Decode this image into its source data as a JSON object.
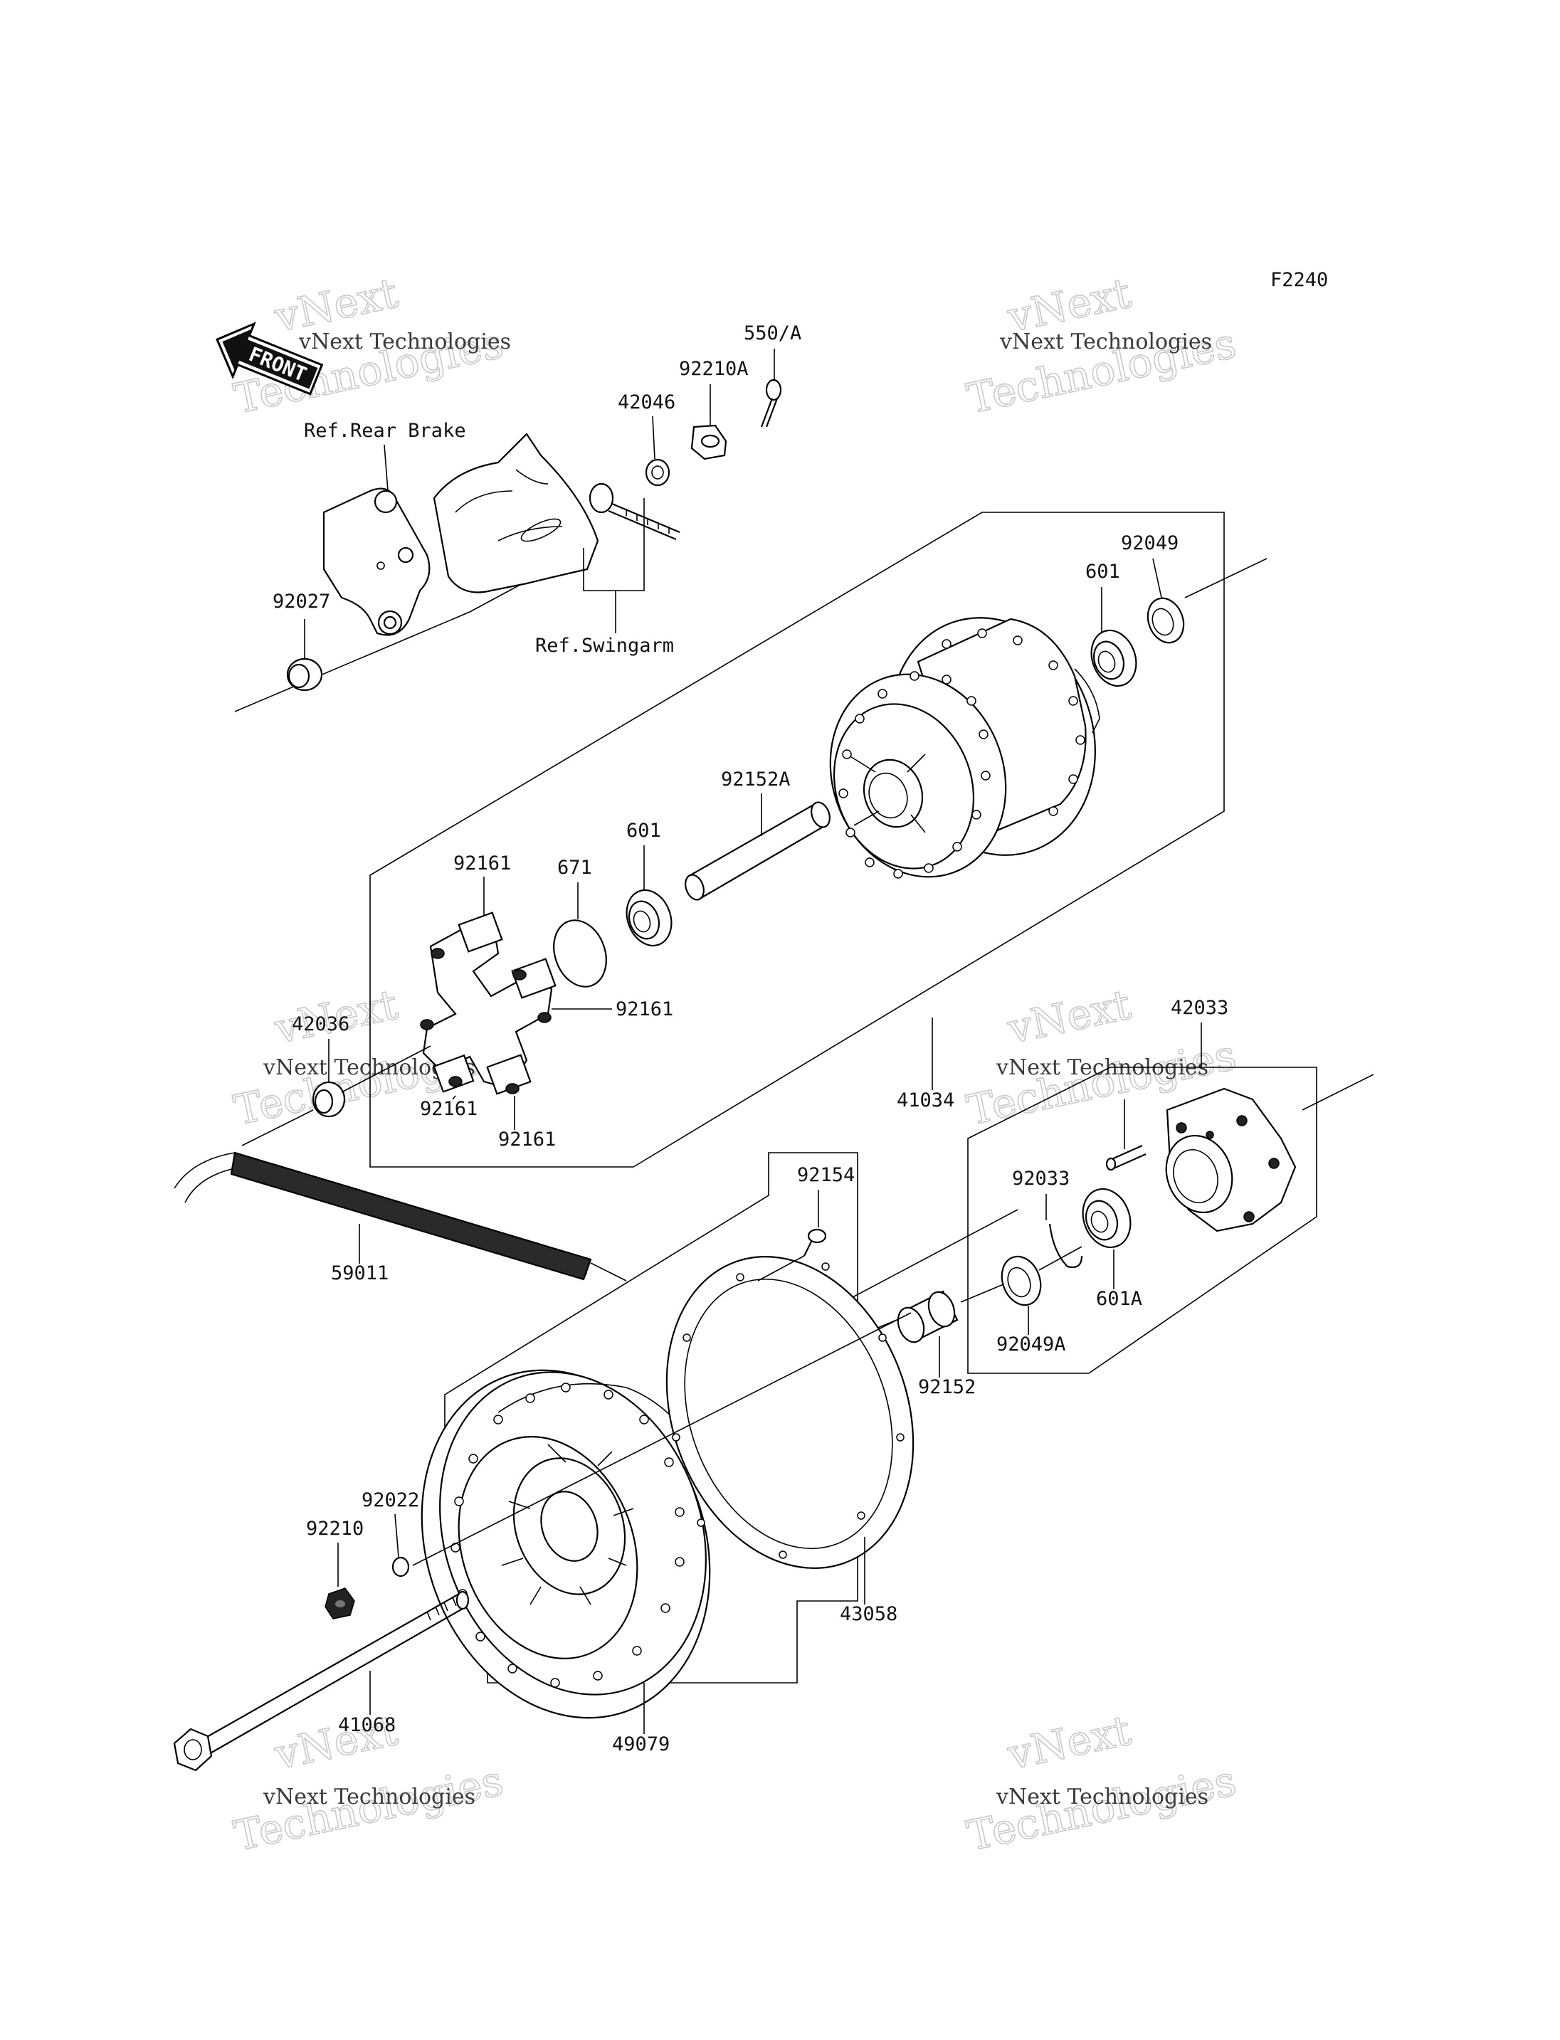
{
  "figure_code": "F2240",
  "front_label": "FRONT",
  "ref_labels": {
    "rear_brake": "Ref.Rear Brake",
    "swingarm": "Ref.Swingarm"
  },
  "watermarks": {
    "small": "vNext Technologies",
    "big": "Technologies",
    "top": "vNext"
  },
  "parts": {
    "p550a": "550/A",
    "p92210a": "92210A",
    "p42046": "42046",
    "p92027": "92027",
    "p92049": "92049",
    "p601_top": "601",
    "p92152a": "92152A",
    "p601_mid": "601",
    "p671": "671",
    "p92161_a": "92161",
    "p92161_b": "92161",
    "p92161_c": "92161",
    "p92161_d": "92161",
    "p42036": "42036",
    "p41034": "41034",
    "p42033": "42033",
    "p92154": "92154",
    "p92033": "92033",
    "p59011": "59011",
    "p601a": "601A",
    "p92049a": "92049A",
    "p92152": "92152",
    "p92022": "92022",
    "p92210": "92210",
    "p43058": "43058",
    "p41068": "41068",
    "p49079": "49079"
  }
}
